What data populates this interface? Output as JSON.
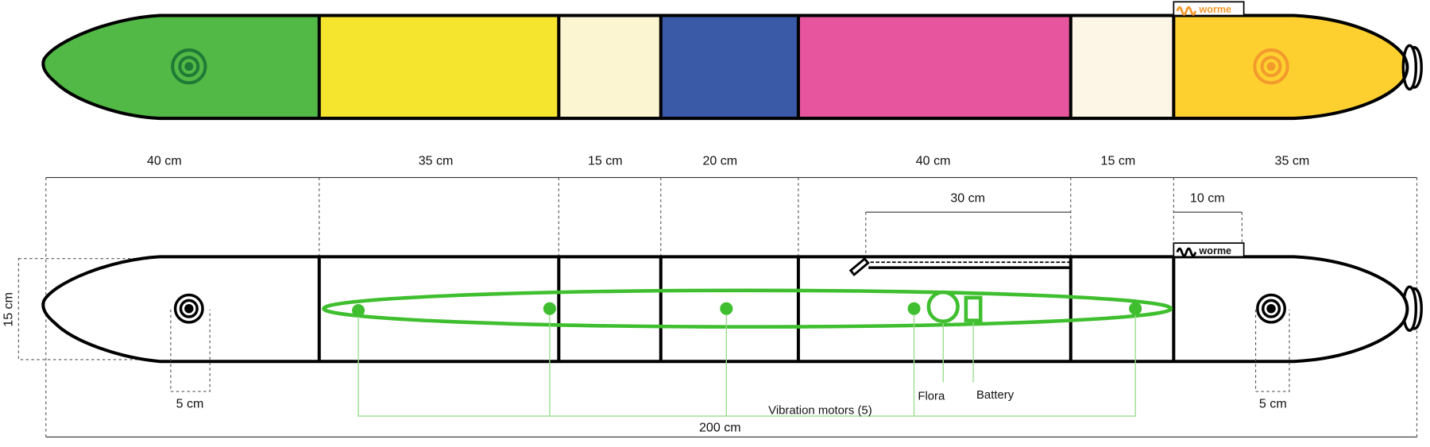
{
  "title": "Worm cushion design diagram",
  "logo_text": "worme",
  "colors": {
    "head_green": "#52b947",
    "yellow": "#f6e52f",
    "cream": "#fcf5d2",
    "blue": "#3a5aa8",
    "pink": "#e6559e",
    "cream_light": "#fdf6e7",
    "tail_yellow": "#fdd02f",
    "electronics_green": "#3fbf2f"
  },
  "segments": [
    {
      "label": "40 cm",
      "color": "#52b947"
    },
    {
      "label": "35 cm",
      "color": "#f6e52f"
    },
    {
      "label": "15 cm",
      "color": "#fcf5d2"
    },
    {
      "label": "20 cm",
      "color": "#3a5aa8"
    },
    {
      "label": "40 cm",
      "color": "#e6559e"
    },
    {
      "label": "15 cm",
      "color": "#fdf6e7"
    },
    {
      "label": "35 cm",
      "color": "#fdd02f"
    }
  ],
  "dimensions": {
    "zipper": "30 cm",
    "logo_offset": "10 cm",
    "height": "15 cm",
    "eye_left": "5 cm",
    "eye_right": "5 cm",
    "total": "200 cm"
  },
  "components": {
    "motors": "Vibration motors (5)",
    "flora": "Flora",
    "battery": "Battery"
  }
}
